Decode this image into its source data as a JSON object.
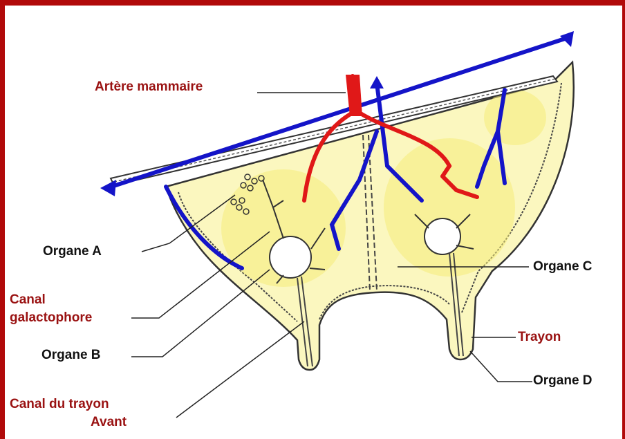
{
  "colors": {
    "frame": "#b10a0a",
    "artery": "#e01818",
    "vein": "#1414c8",
    "tissue": "#fbf7bf",
    "alveolar_zone": "#f6ec7a",
    "label_red": "#9a1212",
    "label_black": "#111111"
  },
  "labels": {
    "artere_mammaire": "Artère mammaire",
    "organe_a": "Organe A",
    "canal_galactophore_line1": "Canal",
    "canal_galactophore_line2": "galactophore",
    "organe_b": "Organe B",
    "canal_du_trayon": "Canal du trayon",
    "avant": "Avant",
    "organe_c": "Organe C",
    "trayon": "Trayon",
    "organe_d": "Organe D"
  }
}
